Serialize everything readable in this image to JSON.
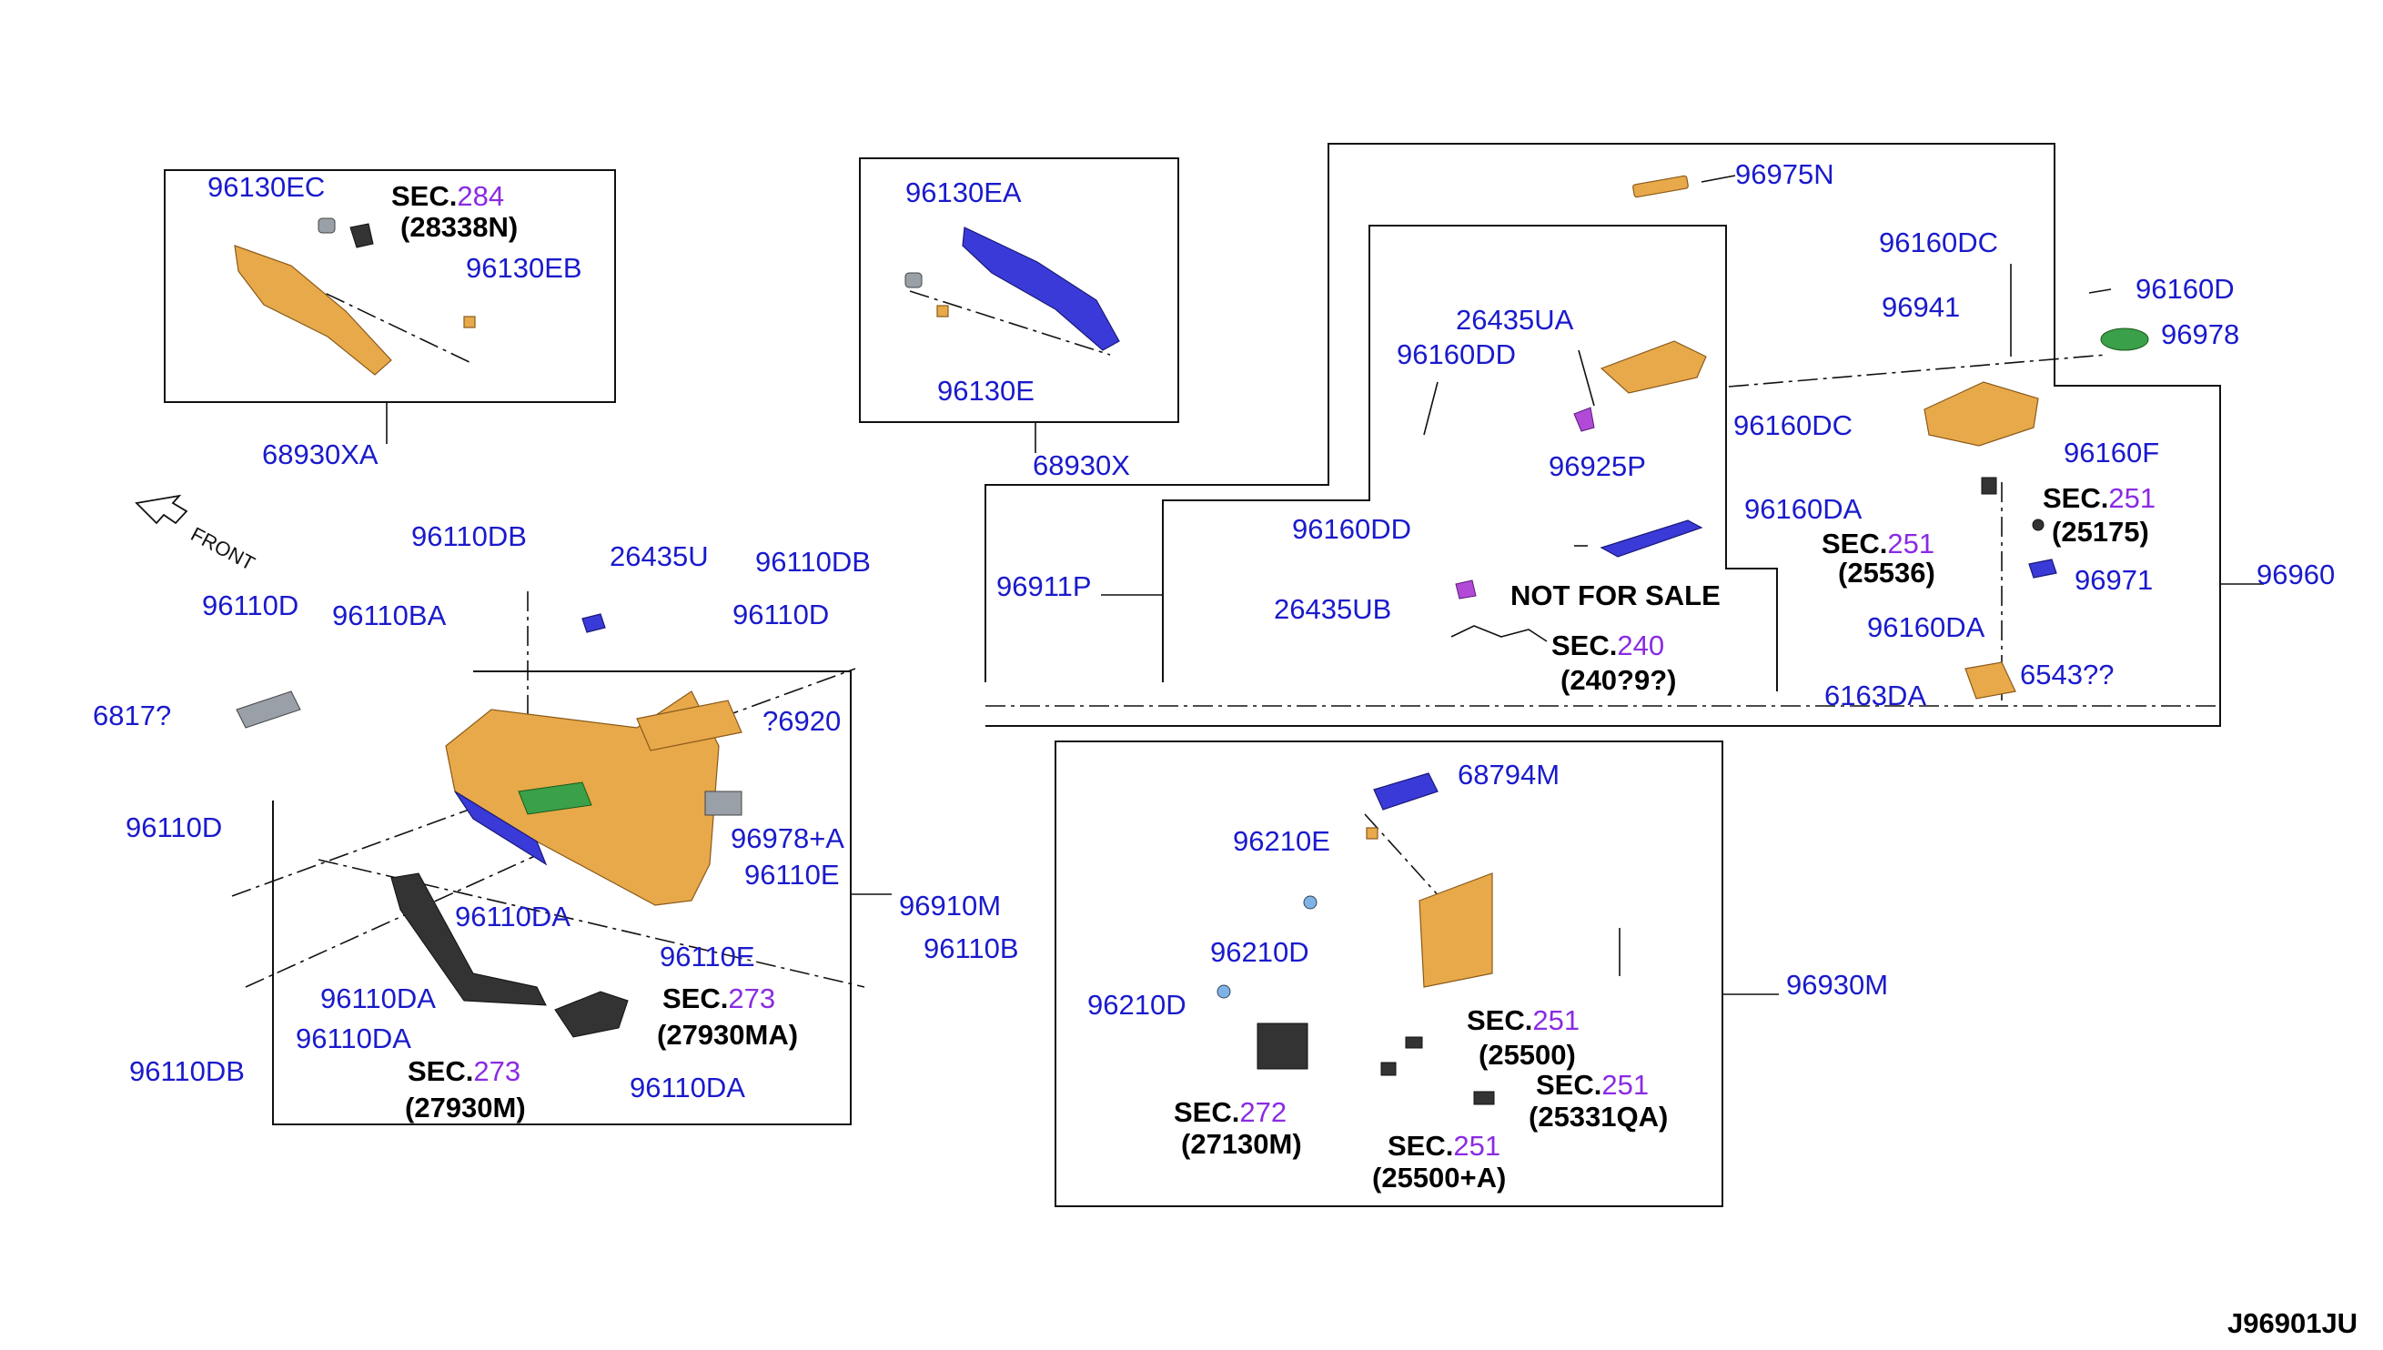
{
  "diagram_id": "J96901JU",
  "front_label": "FRONT",
  "not_for_sale": "NOT FOR SALE",
  "labels": {
    "p96130EC": "96130EC",
    "p96130EB": "96130EB",
    "p68930XA": "68930XA",
    "p96130EA": "96130EA",
    "p96130E": "96130E",
    "p68930X": "68930X",
    "p96975N": "96975N",
    "p96160DC_a": "96160DC",
    "p96160D": "96160D",
    "p96941": "96941",
    "p96978": "96978",
    "p26435UA": "26435UA",
    "p96160DD_a": "96160DD",
    "p96160DC_b": "96160DC",
    "p96160F": "96160F",
    "p96925P": "96925P",
    "p96160DA_a": "96160DA",
    "p96160DD_b": "96160DD",
    "p96911P": "96911P",
    "p96971": "96971",
    "p96960": "96960",
    "p26435UB": "26435UB",
    "p96160DA_b": "96160DA",
    "p6543x": "6543??",
    "p6163DA": "6163DA",
    "p96110DB_a": "96110DB",
    "p26435U": "26435U",
    "p96110DB_b": "96110DB",
    "p96110D_a": "96110D",
    "p96110BA": "96110BA",
    "p96110D_b": "96110D",
    "p6817x": "6817?",
    "p96920x": "?6920",
    "p96110D_c": "96110D",
    "p96978A": "96978+A",
    "p96110E_a": "96110E",
    "p96910M": "96910M",
    "p96110DA_a": "96110DA",
    "p96110E_b": "96110E",
    "p96110B": "96110B",
    "p96110DA_b": "96110DA",
    "p96110DA_c": "96110DA",
    "p96110DB_c": "96110DB",
    "p96110DA_d": "96110DA",
    "p68794M": "68794M",
    "p96210E": "96210E",
    "p96210D_a": "96210D",
    "p96210D_b": "96210D",
    "p96930M": "96930M"
  },
  "sections": {
    "s284": {
      "prefix": "SEC.",
      "num": "284",
      "ref": "(28338N)"
    },
    "s251a": {
      "prefix": "SEC.",
      "num": "251",
      "ref": "(25175)"
    },
    "s251b": {
      "prefix": "SEC.",
      "num": "251",
      "ref": "(25536)"
    },
    "s240": {
      "prefix": "SEC.",
      "num": "240",
      "ref": "(240?9?)"
    },
    "s273a": {
      "prefix": "SEC.",
      "num": "273",
      "ref": "(27930MA)"
    },
    "s273b": {
      "prefix": "SEC.",
      "num": "273",
      "ref": "(27930M)"
    },
    "s251c": {
      "prefix": "SEC.",
      "num": "251",
      "ref": "(25500)"
    },
    "s251d": {
      "prefix": "SEC.",
      "num": "251",
      "ref": "(25331QA)"
    },
    "s272": {
      "prefix": "SEC.",
      "num": "272",
      "ref": "(27130M)"
    },
    "s251e": {
      "prefix": "SEC.",
      "num": "251",
      "ref": "(25500+A)"
    }
  },
  "colors": {
    "part_number": "#1a1acc",
    "section_number": "#8a2be2",
    "trim_orange": "#e8a94a",
    "trim_blue": "#3a3ad8",
    "pad_green": "#3aa04a"
  }
}
